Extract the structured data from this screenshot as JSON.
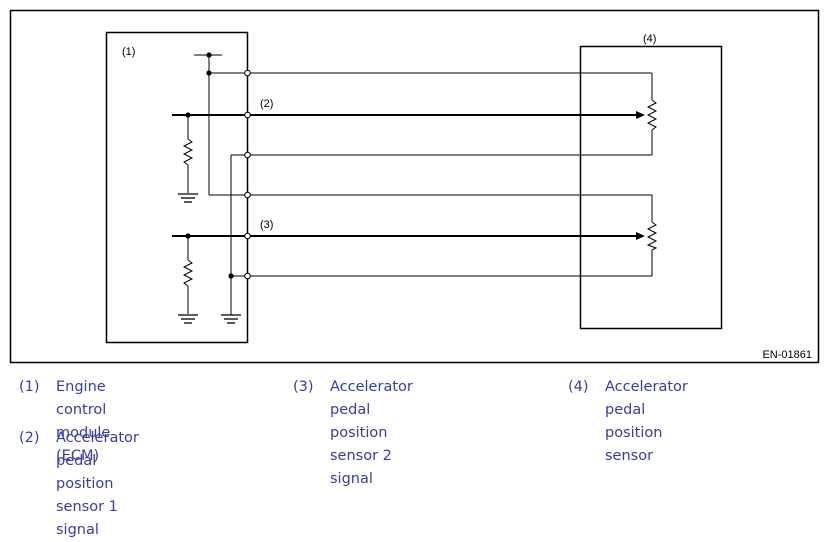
{
  "diagram": {
    "labels": {
      "ecm": "(1)",
      "signal1": "(2)",
      "signal2": "(3)",
      "sensor": "(4)",
      "figure_id": "EN-01861"
    }
  },
  "legend": [
    {
      "num": "(1)",
      "line1": "Engine control module (ECM)",
      "line2": ""
    },
    {
      "num": "(2)",
      "line1": "Accelerator pedal position",
      "line2": "sensor 1 signal"
    },
    {
      "num": "(3)",
      "line1": "Accelerator pedal position",
      "line2": "sensor 2 signal"
    },
    {
      "num": "(4)",
      "line1": "Accelerator pedal position",
      "line2": "sensor"
    }
  ]
}
